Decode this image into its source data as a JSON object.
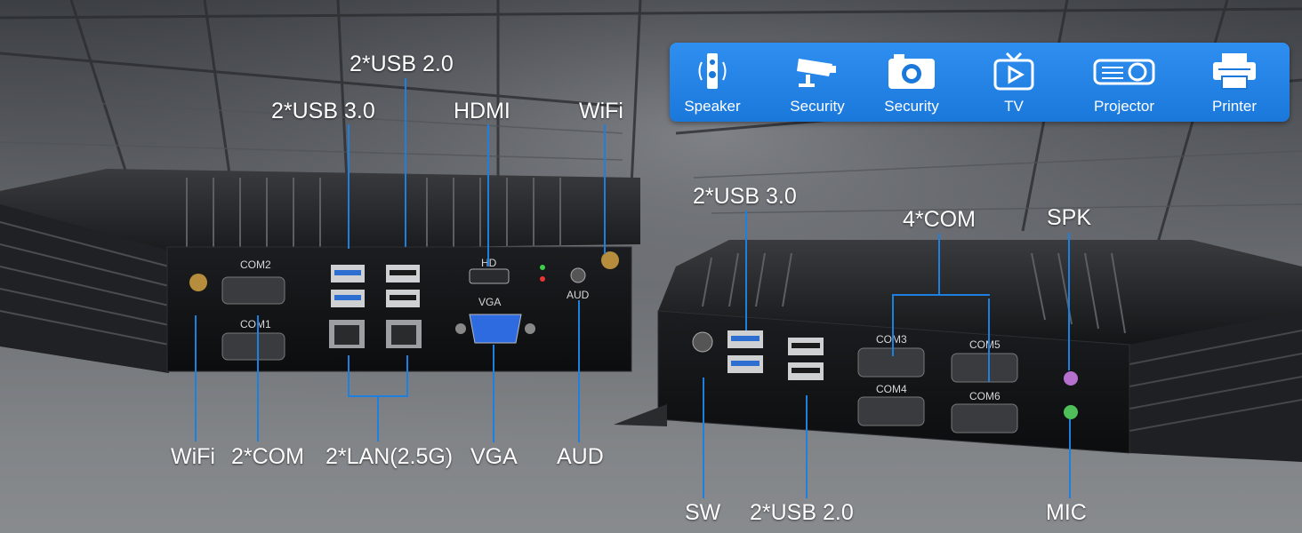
{
  "device_bar": {
    "items": [
      {
        "label": "Speaker",
        "icon": "speaker-icon"
      },
      {
        "label": "Security",
        "icon": "cctv-camera-icon"
      },
      {
        "label": "Security",
        "icon": "camera-icon"
      },
      {
        "label": "TV",
        "icon": "tv-play-icon"
      },
      {
        "label": "Projector",
        "icon": "projector-icon"
      },
      {
        "label": "Printer",
        "icon": "printer-icon"
      }
    ]
  },
  "left_unit": {
    "top_labels": {
      "usb20": "2*USB 2.0",
      "usb30": "2*USB 3.0",
      "hdmi": "HDMI",
      "wifi": "WiFi"
    },
    "bottom_labels": {
      "wifi": "WiFi",
      "com": "2*COM",
      "lan": "2*LAN(2.5G)",
      "vga": "VGA",
      "aud": "AUD"
    },
    "panel_text": {
      "com2": "COM2",
      "com1": "COM1",
      "hd": "HD",
      "vga": "VGA",
      "aud": "AUD"
    }
  },
  "right_unit": {
    "top_labels": {
      "usb30": "2*USB 3.0",
      "com": "4*COM",
      "spk": "SPK"
    },
    "bottom_labels": {
      "sw": "SW",
      "usb20": "2*USB 2.0",
      "mic": "MIC"
    },
    "panel_text": {
      "com3": "COM3",
      "com4": "COM4",
      "com5": "COM5",
      "com6": "COM6"
    }
  },
  "colors": {
    "accent": "#1d7fe0",
    "usb3_blue": "#2c6fd1",
    "vga_blue": "#2e6be0"
  }
}
